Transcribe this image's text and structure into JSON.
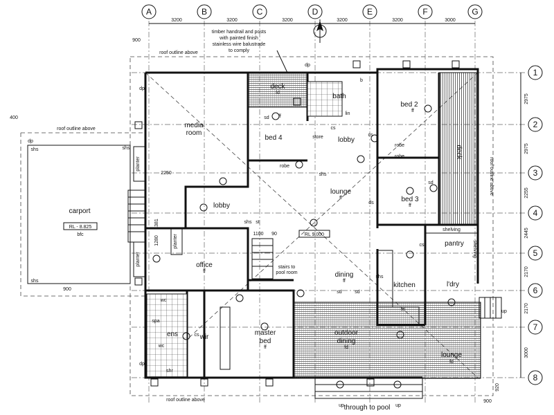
{
  "grid_columns": [
    {
      "label": "A"
    },
    {
      "label": "B"
    },
    {
      "label": "C"
    },
    {
      "label": "D"
    },
    {
      "label": "E"
    },
    {
      "label": "F"
    },
    {
      "label": "G"
    }
  ],
  "grid_rows": [
    {
      "label": "1"
    },
    {
      "label": "2"
    },
    {
      "label": "3"
    },
    {
      "label": "4"
    },
    {
      "label": "5"
    },
    {
      "label": "6"
    },
    {
      "label": "7"
    },
    {
      "label": "8"
    }
  ],
  "column_dims": [
    "3200",
    "3200",
    "3200",
    "3200",
    "3200",
    "3000"
  ],
  "row_dims": [
    "2975",
    "2975",
    "2255",
    "2445",
    "2170",
    "2170",
    "3000"
  ],
  "misc_dims": {
    "d900_top": "900",
    "d900_left": "900",
    "d400": "400",
    "d2250": "2250",
    "d1100": "1100",
    "d90": "90",
    "d900_br": "900",
    "d920": "920",
    "d1381": "1381",
    "d1280": "1280"
  },
  "notes": {
    "handrail_1": "timber handrail and posts",
    "handrail_2": "with painted finish",
    "handrail_3": "stainless wire balustrade",
    "handrail_4": "to comply",
    "roof_top": "roof outline above",
    "roof_left": "roof outline above",
    "roof_bottom": "roof outline above",
    "roof_right": "roof outline above",
    "through_pool": "through to pool",
    "stairs_pool": "stairs to",
    "stairs_pool_2": "pool room"
  },
  "rooms": {
    "media": "media",
    "media2": "room",
    "bed4": "bed 4",
    "bath": "bath",
    "lobby_upper": "lobby",
    "bed2": "bed 2",
    "deck_top": "deck",
    "deck_right": "deck",
    "lounge": "lounge",
    "bed3": "bed 3",
    "carport": "carport",
    "lobby": "lobby",
    "office": "office",
    "pantry": "pantry",
    "dining": "dining",
    "kitchen": "kitchen",
    "lndry": "l'dry",
    "outdoor": "outdoor",
    "outdoor2": "dining",
    "master": "master",
    "master2": "bed",
    "wir": "wir",
    "ens": "ens",
    "spa": "spa",
    "shr": "shr",
    "lounge_small": "lounge",
    "store": "store",
    "robe1": "robe",
    "robe2": "robe",
    "robe3": "robe",
    "planter1": "planter",
    "planter2": "planter",
    "planter3": "planter",
    "shelving": "shelving",
    "shelving2": "shelving"
  },
  "levels": {
    "carport_rl": "RL - 8.825",
    "carport_sub": "bfc",
    "lounge_rl": "RL 9.000"
  },
  "tags": {
    "ff": "ff",
    "fd": "fd",
    "dp": "dp",
    "shs": "shs",
    "sd": "sd",
    "cs": "cs",
    "up": "up",
    "ds": "ds",
    "st": "st",
    "ss": "ss",
    "wc": "wc",
    "b": "b",
    "lin": "lin"
  }
}
